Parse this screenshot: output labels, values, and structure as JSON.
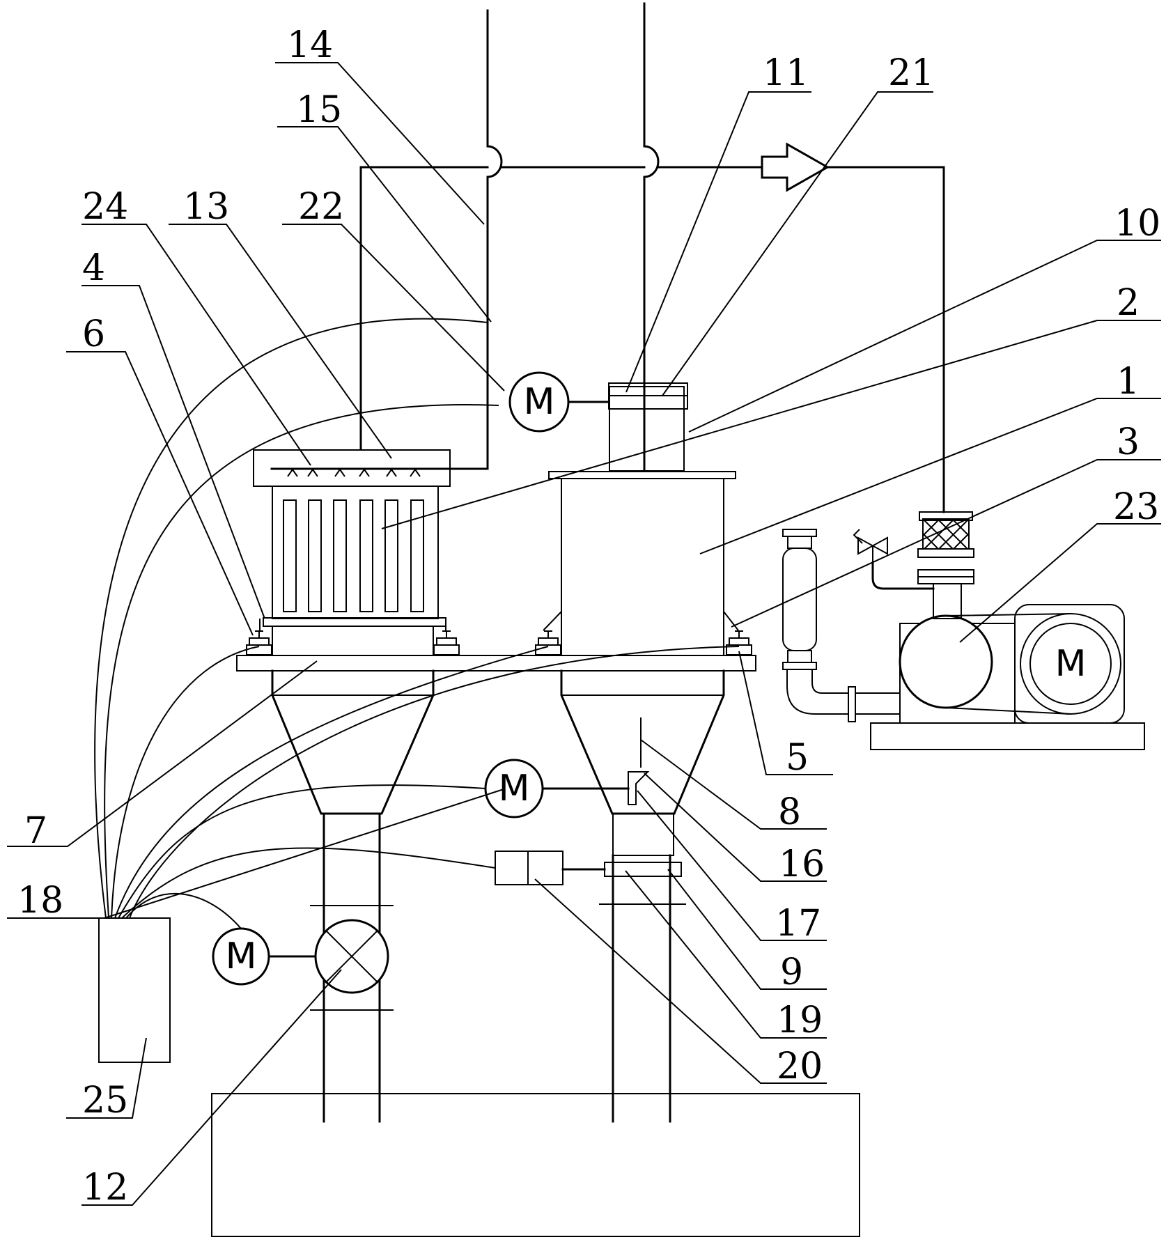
{
  "motor_symbol": "M",
  "labels": [
    {
      "id": "14",
      "text": "14"
    },
    {
      "id": "15",
      "text": "15"
    },
    {
      "id": "11",
      "text": "11"
    },
    {
      "id": "21",
      "text": "21"
    },
    {
      "id": "24",
      "text": "24"
    },
    {
      "id": "13",
      "text": "13"
    },
    {
      "id": "22",
      "text": "22"
    },
    {
      "id": "10",
      "text": "10"
    },
    {
      "id": "4",
      "text": "4"
    },
    {
      "id": "2",
      "text": "2"
    },
    {
      "id": "6",
      "text": "6"
    },
    {
      "id": "1",
      "text": "1"
    },
    {
      "id": "3",
      "text": "3"
    },
    {
      "id": "23",
      "text": "23"
    },
    {
      "id": "5",
      "text": "5"
    },
    {
      "id": "7",
      "text": "7"
    },
    {
      "id": "8",
      "text": "8"
    },
    {
      "id": "16",
      "text": "16"
    },
    {
      "id": "18",
      "text": "18"
    },
    {
      "id": "17",
      "text": "17"
    },
    {
      "id": "9",
      "text": "9"
    },
    {
      "id": "19",
      "text": "19"
    },
    {
      "id": "20",
      "text": "20"
    },
    {
      "id": "25",
      "text": "25"
    },
    {
      "id": "12",
      "text": "12"
    }
  ]
}
